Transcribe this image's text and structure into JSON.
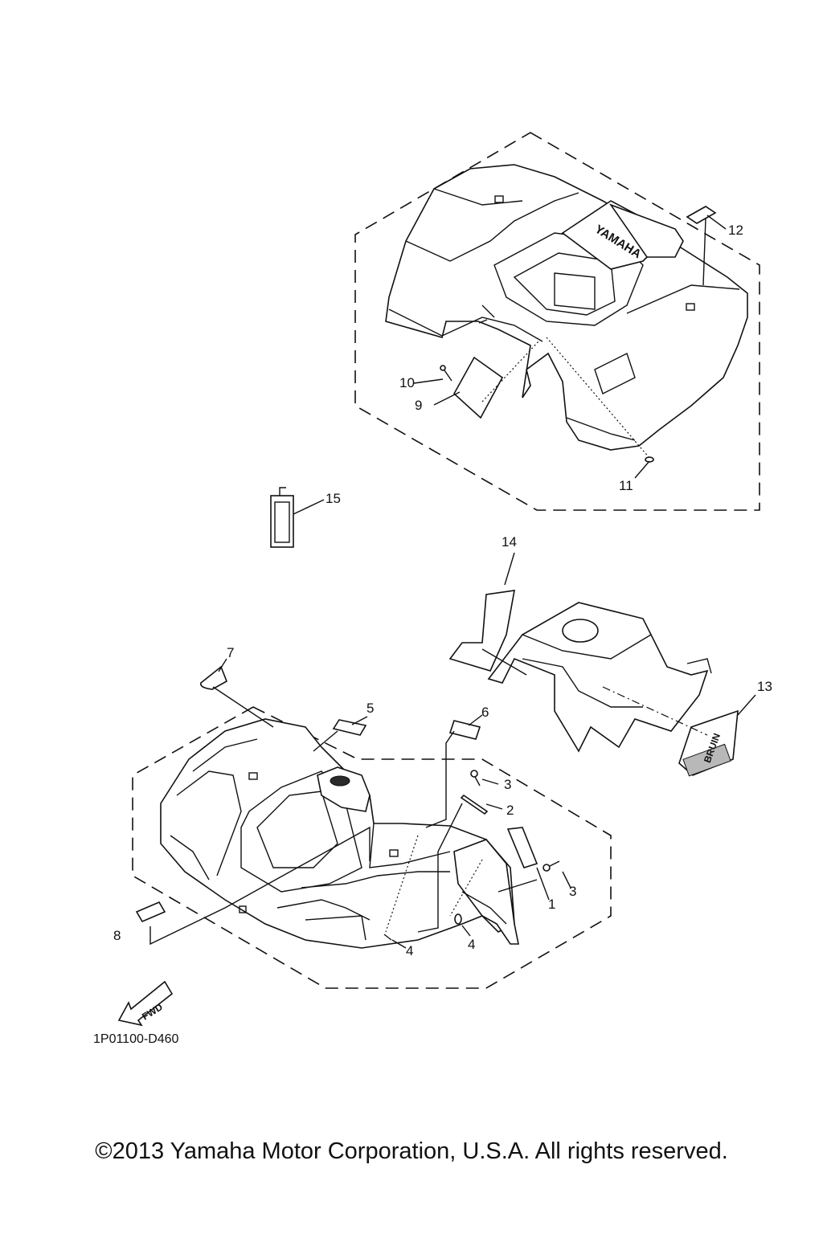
{
  "callouts": {
    "c1": "1",
    "c2": "2",
    "c3a": "3",
    "c3b": "3",
    "c4a": "4",
    "c4b": "4",
    "c5": "5",
    "c6": "6",
    "c7": "7",
    "c8": "8",
    "c9": "9",
    "c10": "10",
    "c11": "11",
    "c12": "12",
    "c13": "13",
    "c14": "14",
    "c15": "15"
  },
  "fwd_label": "FWD",
  "rear_fender_text": "YAMAHA",
  "decal_text": "BRUIN",
  "diagram_code": "1P01100-D460",
  "copyright": "©2013 Yamaha Motor Corporation, U.S.A. All rights reserved."
}
